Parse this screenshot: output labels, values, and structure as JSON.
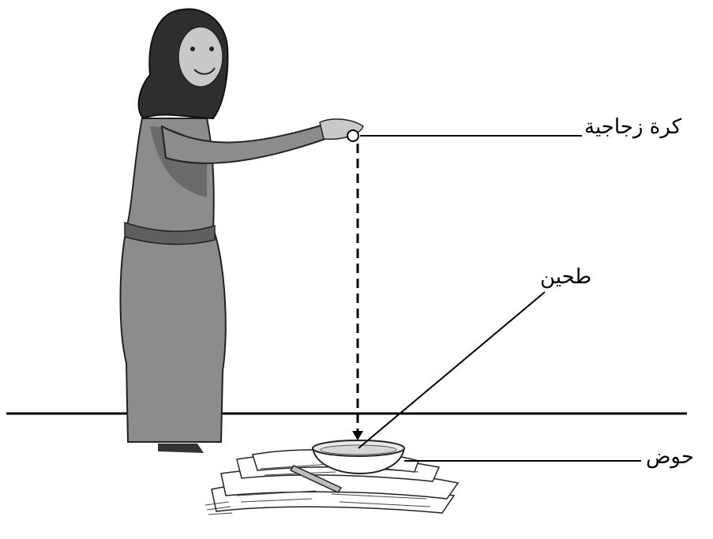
{
  "labels": {
    "glass_ball": "كرة زجاجية",
    "flour": "طحين",
    "basin": "حوض"
  },
  "colors": {
    "ink": "#000000",
    "dress": "#8c8c8c",
    "dress_dark": "#5f5f5f",
    "scarf": "#2e2e2e",
    "skin": "#c9c9c9"
  }
}
